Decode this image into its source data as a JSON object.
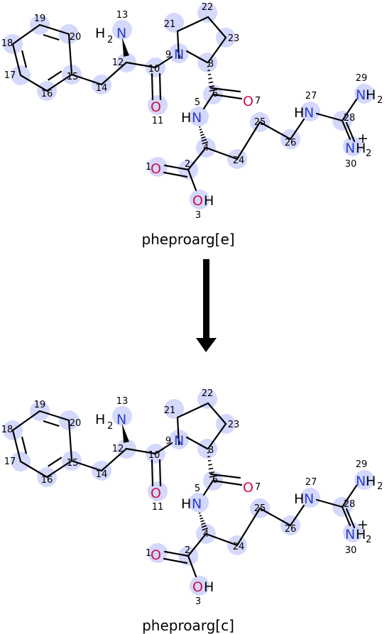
{
  "molecules": [
    {
      "caption": "pheproarg[e]",
      "atom_labels": {
        "n13": "N",
        "h2_13": "H",
        "sub13": "2",
        "n9": "N",
        "o11": "O",
        "o7": "O",
        "n5": "N",
        "h5": "H",
        "o1": "O",
        "o3": "O",
        "h3": "H",
        "n27": "N",
        "h27": "H",
        "n29": "N",
        "h29": "H",
        "sub29": "2",
        "n30": "N",
        "h30": "H",
        "sub30": "2",
        "plus30": "+"
      },
      "atom_numbers": [
        "1",
        "2",
        "3",
        "4",
        "5",
        "6",
        "7",
        "8",
        "9",
        "10",
        "11",
        "12",
        "13",
        "14",
        "15",
        "16",
        "17",
        "18",
        "19",
        "20",
        "21",
        "22",
        "23",
        "24",
        "25",
        "26",
        "27",
        "28",
        "29",
        "30"
      ]
    },
    {
      "caption": "pheproarg[c]",
      "atom_labels": {
        "n13": "N",
        "h2_13": "H",
        "sub13": "2",
        "n9": "N",
        "o11": "O",
        "o7": "O",
        "n5": "N",
        "h5": "H",
        "o1": "O",
        "o3": "O",
        "h3": "H",
        "n27": "N",
        "h27": "H",
        "n29": "N",
        "h29": "H",
        "sub29": "2",
        "n30": "N",
        "h30": "H",
        "sub30": "2",
        "plus30": "+"
      },
      "atom_numbers": [
        "1",
        "2",
        "3",
        "4",
        "5",
        "6",
        "7",
        "8",
        "9",
        "10",
        "11",
        "12",
        "13",
        "14",
        "15",
        "16",
        "17",
        "18",
        "19",
        "20",
        "21",
        "22",
        "23",
        "24",
        "25",
        "26",
        "27",
        "28",
        "29",
        "30"
      ]
    }
  ],
  "colors": {
    "bond": "#000000",
    "highlight": "#d4d8fb",
    "nitrogen": "#2a3fcf",
    "oxygen": "#d0104a",
    "text": "#000000"
  }
}
